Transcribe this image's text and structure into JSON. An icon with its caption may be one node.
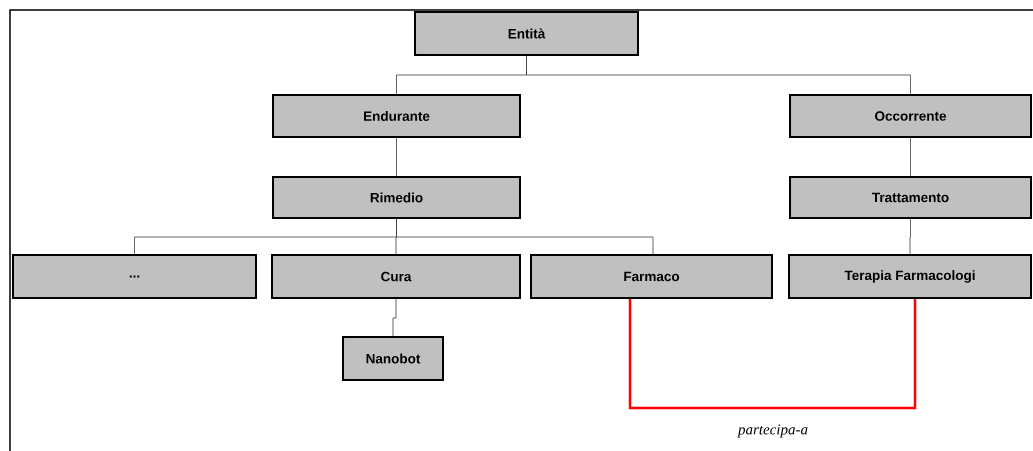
{
  "diagram": {
    "nodes": [
      {
        "text": [
          "Entità"
        ]
      },
      {
        "text": [
          "Endurante"
        ]
      },
      {
        "text": [
          "Occorrente"
        ]
      },
      {
        "text": [
          "Rimedio"
        ]
      },
      {
        "text": [
          "Trattamento"
        ]
      },
      {
        "text": [
          "..."
        ]
      },
      {
        "text": [
          "Cura"
        ]
      },
      {
        "text": [
          "Farmaco"
        ]
      },
      {
        "text": [
          "Terapia Farmacologi"
        ]
      },
      {
        "text": [
          "Nanobot"
        ]
      }
    ],
    "edges": [
      {
        "from": 0,
        "to": 1,
        "arrow": "none"
      },
      {
        "from": 0,
        "to": 2,
        "arrow": "none"
      },
      {
        "from": 1,
        "to": 3,
        "arrow": "none"
      },
      {
        "from": 2,
        "to": 4,
        "arrow": "none"
      },
      {
        "from": 3,
        "to": 5,
        "arrow": "none"
      },
      {
        "from": 3,
        "to": 6,
        "arrow": "none"
      },
      {
        "from": 3,
        "to": 7,
        "arrow": "none"
      },
      {
        "from": 4,
        "to": 8,
        "arrow": "none"
      },
      {
        "from": 6,
        "to": 9,
        "arrow": "none"
      },
      {
        "from": 7,
        "to": 8,
        "arrow": "none",
        "label": "*partecipa-a*",
        "style": "thick",
        "color": "#ff0000"
      }
    ]
  }
}
